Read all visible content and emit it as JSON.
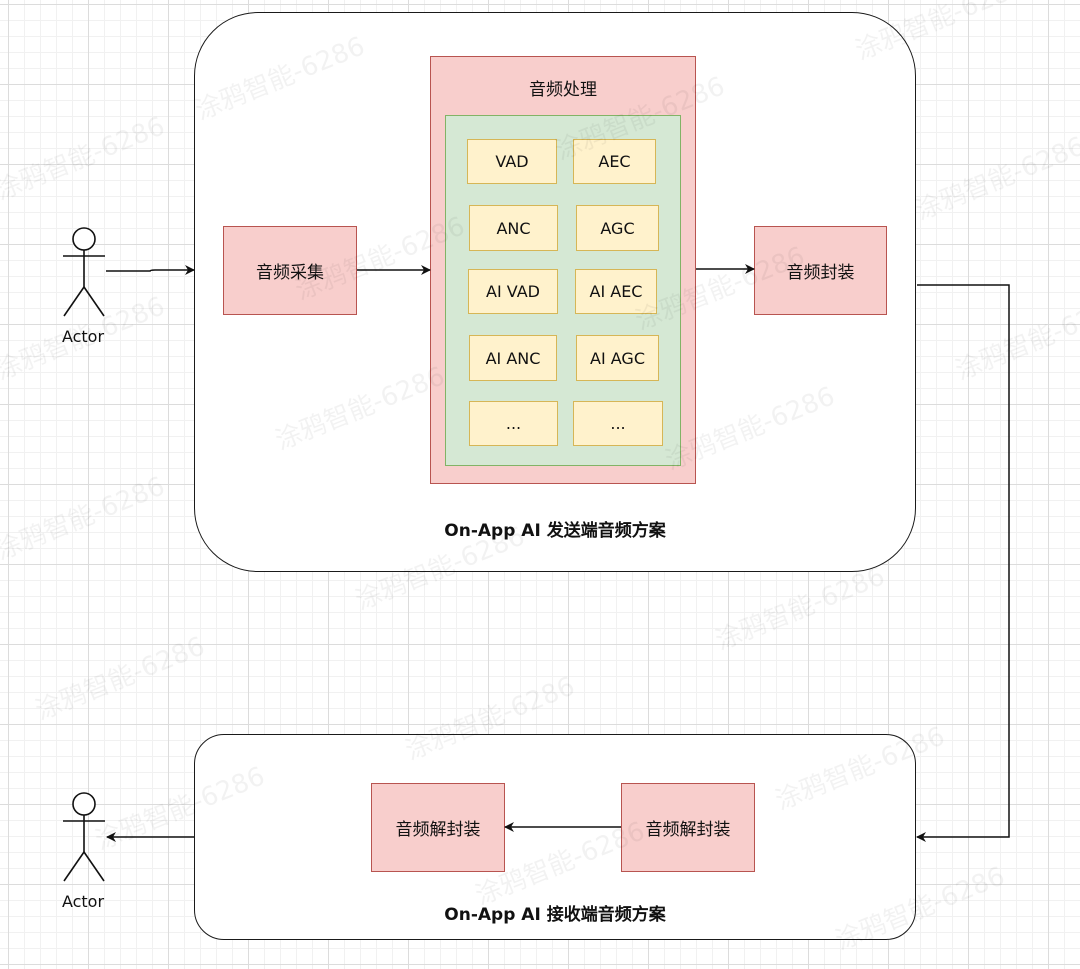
{
  "sender": {
    "label": "On-App AI 发送端音频方案",
    "capture": "音频采集",
    "processing": {
      "title": "音频处理",
      "modules": [
        "VAD",
        "AEC",
        "ANC",
        "AGC",
        "AI VAD",
        "AI AEC",
        "AI ANC",
        "AI AGC",
        "...",
        "..."
      ]
    },
    "encapsulate": "音频封装"
  },
  "receiver": {
    "label": "On-App AI  接收端音频方案",
    "decap_in": "音频解封装",
    "decap_out": "音频解封装"
  },
  "actors": {
    "top": "Actor",
    "bottom": "Actor"
  },
  "watermark": "涂鸦智能-6286",
  "colors": {
    "red_fill": "#f8cecc",
    "red_stroke": "#b85450",
    "green_fill": "#d5e8d4",
    "green_stroke": "#82b366",
    "yellow_fill": "#fff2cc",
    "yellow_stroke": "#d6b656"
  }
}
